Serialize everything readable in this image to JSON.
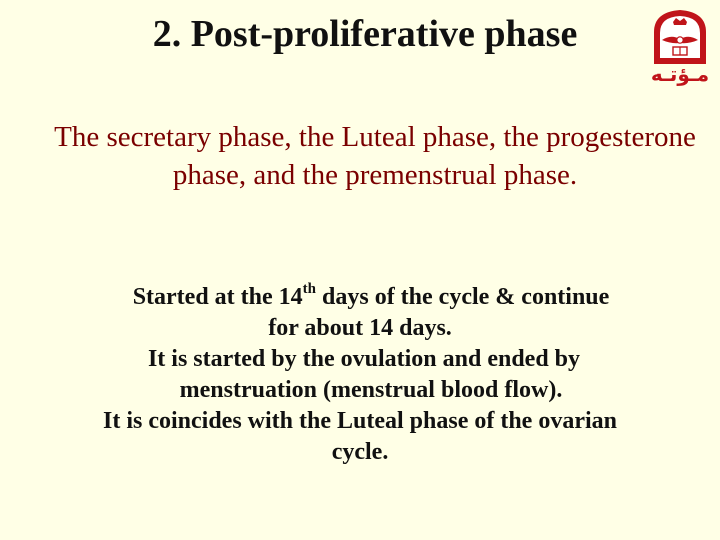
{
  "slide": {
    "title": "2. Post-proliferative phase",
    "subtitle": "The secretary phase, the Luteal phase, the progesterone phase, and the premenstrual phase.",
    "body": {
      "line1_pre": "Started at the 14",
      "line1_sup": "th",
      "line1_post": " days of the cycle & continue",
      "line2": "for about 14 days.",
      "line3": "It is started by the ovulation and ended by",
      "line4": "menstruation (menstrual blood flow).",
      "line5": "It is coincides with the Luteal phase of the ovarian",
      "line6": "cycle."
    },
    "logo": {
      "icon": "university-seal-icon",
      "script_text": "مـؤتـه",
      "color": "#c0141a"
    }
  },
  "colors": {
    "background": "#ffffe6",
    "title": "#111111",
    "subtitle": "#7a0000",
    "logo_red": "#c0141a"
  }
}
